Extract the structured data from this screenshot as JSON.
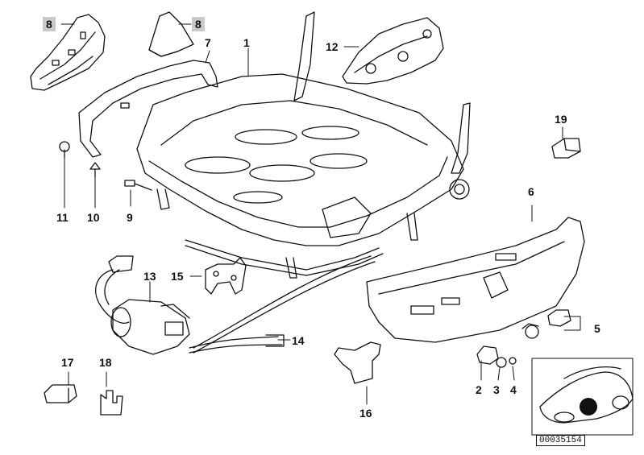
{
  "callouts": {
    "c8a": "8",
    "c8b": "8",
    "c7": "7",
    "c1": "1",
    "c12": "12",
    "c19": "19",
    "c11": "11",
    "c10": "10",
    "c9": "9",
    "c6": "6",
    "c13": "13",
    "c15": "15",
    "c14": "14",
    "c5": "5",
    "c17": "17",
    "c18": "18",
    "c16": "16",
    "c2": "2",
    "c3": "3",
    "c4": "4"
  },
  "diagram_code": "00035154",
  "colors": {
    "line": "#111111",
    "highlight": "#c9c9c9",
    "marker": "#111111"
  }
}
